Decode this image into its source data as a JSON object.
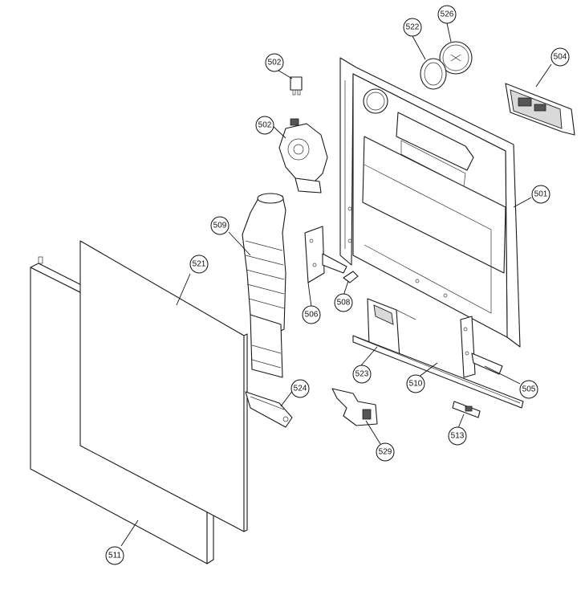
{
  "callouts": [
    {
      "id": "526",
      "label": "526"
    },
    {
      "id": "522",
      "label": "522"
    },
    {
      "id": "504",
      "label": "504"
    },
    {
      "id": "502a",
      "label": "502"
    },
    {
      "id": "502b",
      "label": "502"
    },
    {
      "id": "501",
      "label": "501"
    },
    {
      "id": "509",
      "label": "509"
    },
    {
      "id": "521",
      "label": "521"
    },
    {
      "id": "506",
      "label": "506"
    },
    {
      "id": "508",
      "label": "508"
    },
    {
      "id": "523",
      "label": "523"
    },
    {
      "id": "510",
      "label": "510"
    },
    {
      "id": "505",
      "label": "505"
    },
    {
      "id": "524",
      "label": "524"
    },
    {
      "id": "529",
      "label": "529"
    },
    {
      "id": "513",
      "label": "513"
    },
    {
      "id": "511",
      "label": "511"
    }
  ]
}
